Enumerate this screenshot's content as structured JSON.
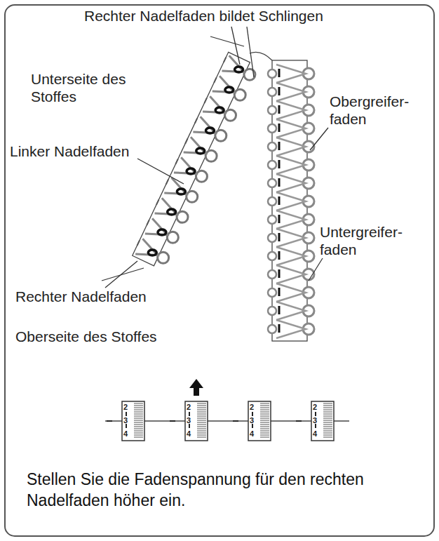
{
  "diagram": {
    "caption": "Stellen Sie die Fadenspannung für den rechten Nadelfaden höher ein.",
    "labels": [
      "Rechter Nadelfaden bildet Schlingen",
      "Unterseite des Stoffes",
      "Obergreifer- faden",
      "Linker Nadelfaden",
      "Untergreifer- faden",
      "Rechter Nadelfaden",
      "Oberseite des Stoffes",
      "2",
      "3",
      "4",
      "2",
      "3",
      "4",
      "2",
      "3",
      "4",
      "2",
      "3",
      "4"
    ]
  }
}
